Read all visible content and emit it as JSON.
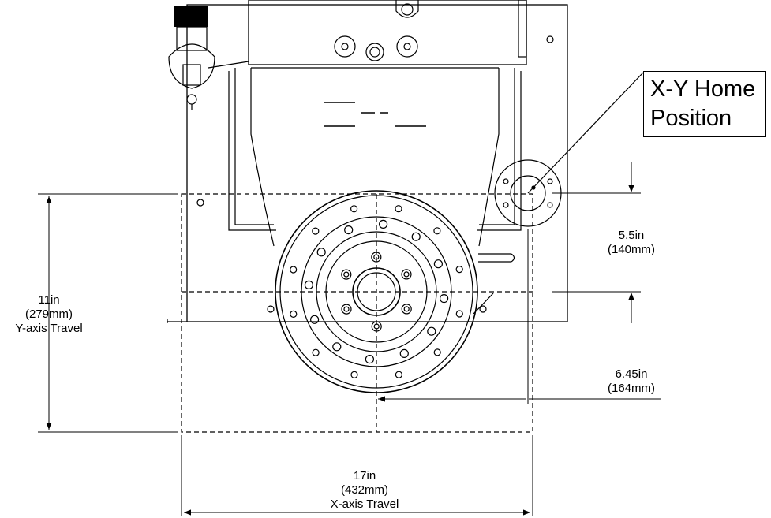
{
  "callout": {
    "line1": "X-Y Home",
    "line2": "Position"
  },
  "dims": {
    "y_offset": {
      "value": "5.5in",
      "metric": "(140mm)"
    },
    "y_travel": {
      "value": "11in",
      "metric": "(279mm)",
      "label": "Y-axis Travel"
    },
    "x_offset": {
      "value": "6.45in",
      "metric": "(164mm)"
    },
    "x_travel": {
      "value": "17in",
      "metric": "(432mm)",
      "label": "X-axis Travel"
    }
  },
  "colors": {
    "line": "#000000",
    "background": "#ffffff"
  }
}
